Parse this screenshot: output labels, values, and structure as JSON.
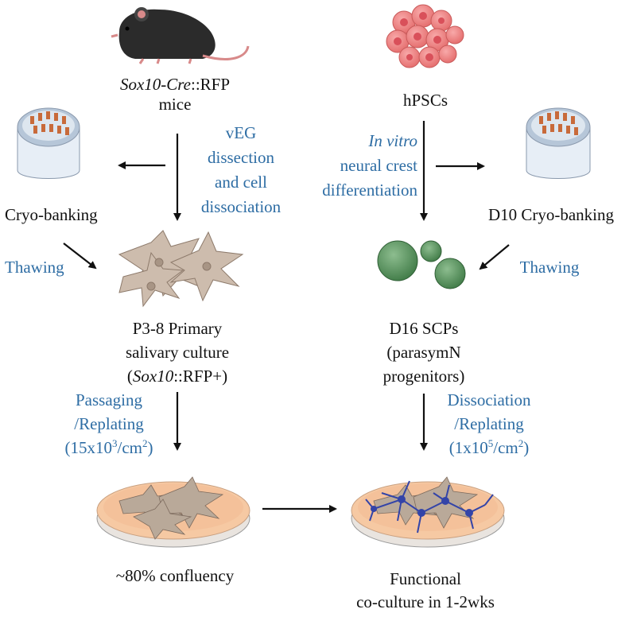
{
  "mouse": {
    "line1_italic": "Sox10-Cre",
    "line1_rest": "::RFP",
    "line2": "mice"
  },
  "hpsc": {
    "label": "hPSCs"
  },
  "left_step1": {
    "lines": [
      "vEG",
      "dissection",
      "and cell",
      "dissociation"
    ]
  },
  "right_step1": {
    "line1_italic": "In vitro",
    "line2": "neural crest",
    "line3": "differentiation"
  },
  "cryo_left": {
    "label": "Cryo-banking"
  },
  "cryo_right": {
    "label": "D10 Cryo-banking"
  },
  "thaw_left": {
    "label": "Thawing"
  },
  "thaw_right": {
    "label": "Thawing"
  },
  "primary_culture": {
    "line1": "P3-8 Primary",
    "line2": "salivary culture",
    "line3_open": "(",
    "line3_italic": "Sox10",
    "line3_rest": "::RFP+)"
  },
  "scp": {
    "line1": "D16 SCPs",
    "line2": "(parasymN",
    "line3": "progenitors)"
  },
  "left_step2": {
    "line1": "Passaging",
    "line2": "/Replating",
    "line3_pre": "(15x10",
    "line3_sup": "3",
    "line3_post": "/cm",
    "line3_sup2": "2",
    "line3_end": ")"
  },
  "right_step2": {
    "line1": "Dissociation",
    "line2": "/Replating",
    "line3_pre": "(1x10",
    "line3_sup": "5",
    "line3_post": "/cm",
    "line3_sup2": "2",
    "line3_end": ")"
  },
  "confluency": {
    "label": "~80% confluency"
  },
  "coculture": {
    "line1": "Functional",
    "line2": "co-culture in 1-2wks"
  },
  "colors": {
    "blue_text": "#2e6da4",
    "mouse_body": "#2b2b2b",
    "mouse_pink": "#d88a8a",
    "hpsc_fill": "#ec7d7d",
    "hpsc_nucleus": "#d9505a",
    "sphere_fill": "#5e9463",
    "cell_fill": "#cdbcad",
    "dish_medium": "#f6c9a3",
    "neuron_blue": "#3344a8",
    "tube_orange": "#c86a3a"
  }
}
